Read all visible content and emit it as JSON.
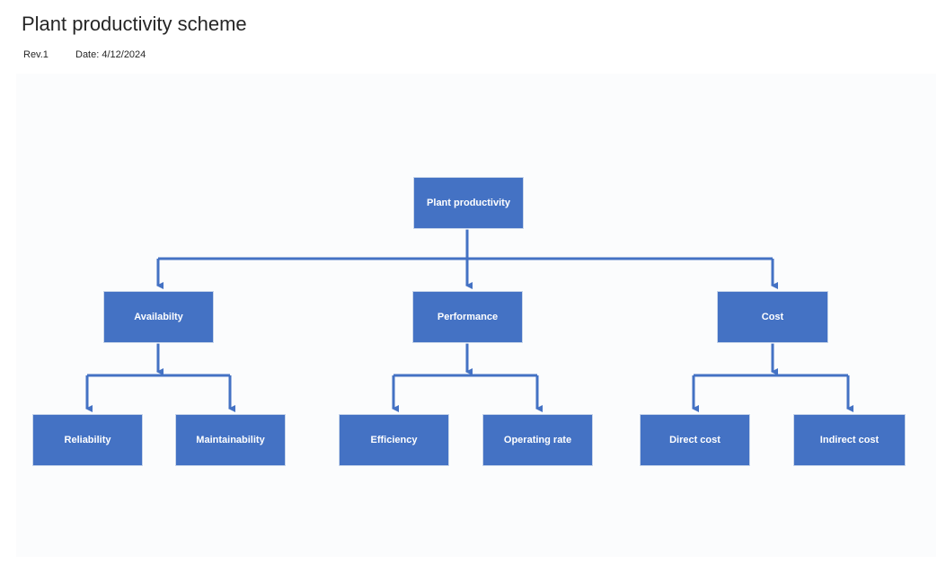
{
  "header": {
    "title": "Plant productivity scheme",
    "rev": "Rev.1",
    "date": "Date: 4/12/2024"
  },
  "colors": {
    "box_fill": "#4472c4",
    "connector": "#4472c4",
    "text": "#ffffff"
  },
  "diagram": {
    "root": "Plant productivity",
    "level1": {
      "availability": "Availabilty",
      "performance": "Performance",
      "cost": "Cost"
    },
    "level2": {
      "reliability": "Reliability",
      "maintainability": "Maintainability",
      "efficiency": "Efficiency",
      "operating_rate": "Operating rate",
      "direct_cost": "Direct cost",
      "indirect_cost": "Indirect cost"
    }
  }
}
